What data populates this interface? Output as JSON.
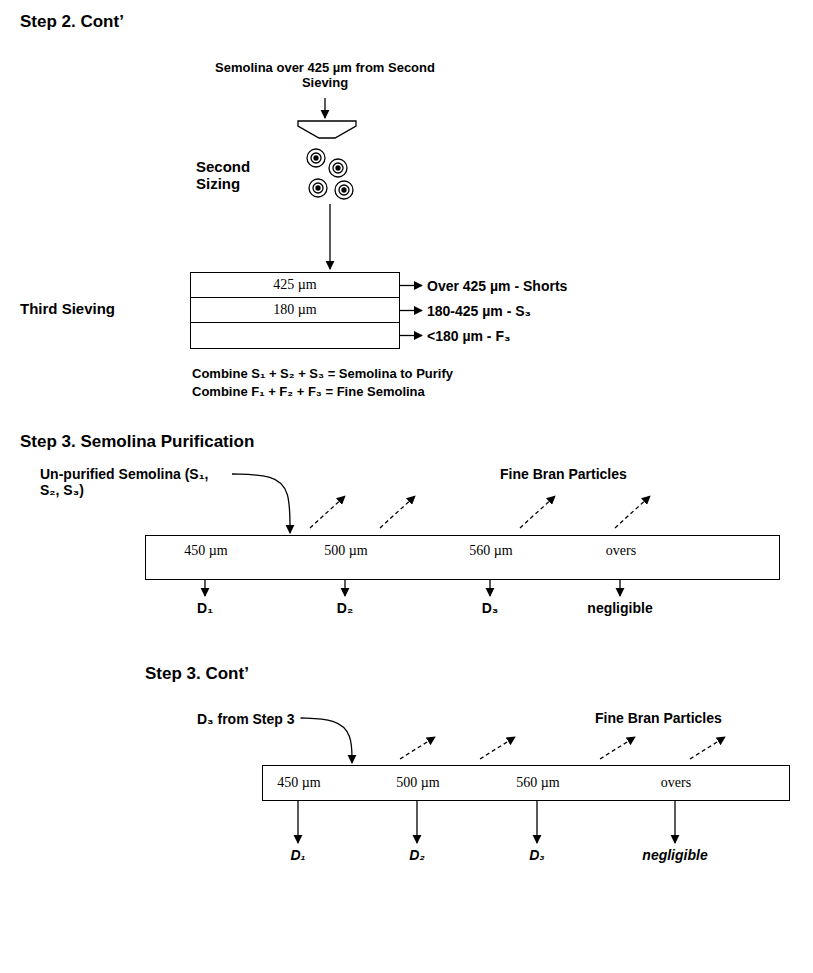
{
  "diagram": {
    "nodes": [
      {
        "text": [
          "425 µm",
          "180 µm"
        ]
      },
      {
        "text": [
          "Over 425 µm - Shorts"
        ]
      },
      {
        "text": [
          "180-425 µm - S₃"
        ]
      },
      {
        "text": [
          "<180 µm - F₃"
        ]
      },
      {
        "text": [
          "Un-purified Semolina (S₁, S₂, S₃)"
        ]
      },
      {
        "text": [
          "450 µm",
          "500 µm",
          "560 µm",
          "overs"
        ]
      },
      {
        "text": [
          "D₁"
        ]
      },
      {
        "text": [
          "D₂"
        ]
      },
      {
        "text": [
          "D₃"
        ]
      },
      {
        "text": [
          "negligible"
        ]
      },
      {
        "text": [
          "D₃ from Step 3"
        ]
      },
      {
        "text": [
          "450 µm",
          "500 µm",
          "560 µm",
          "overs"
        ]
      },
      {
        "text": [
          "D₁"
        ]
      },
      {
        "text": [
          "D₂"
        ]
      },
      {
        "text": [
          "D₃"
        ]
      },
      {
        "text": [
          "negligible"
        ]
      }
    ],
    "edges": [
      {
        "from": 0,
        "to": 1,
        "arrow": "to"
      },
      {
        "from": 0,
        "to": 2,
        "arrow": "to"
      },
      {
        "from": 0,
        "to": 3,
        "arrow": "to"
      },
      {
        "from": 4,
        "to": 5,
        "arrow": "to"
      },
      {
        "from": 5,
        "to": 6,
        "arrow": "to"
      },
      {
        "from": 5,
        "to": 7,
        "arrow": "to"
      },
      {
        "from": 5,
        "to": 8,
        "arrow": "to"
      },
      {
        "from": 5,
        "to": 9,
        "arrow": "to"
      },
      {
        "from": 10,
        "to": 11,
        "arrow": "to"
      },
      {
        "from": 11,
        "to": 12,
        "arrow": "to"
      },
      {
        "from": 11,
        "to": 13,
        "arrow": "to"
      },
      {
        "from": 11,
        "to": 14,
        "arrow": "to"
      },
      {
        "from": 11,
        "to": 15,
        "arrow": "to"
      }
    ],
    "labels": [
      "Step 2. Cont’",
      "Semolina over 425 µm from Second Sieving",
      "Second Sizing",
      "Third Sieving",
      "Combine S₁ + S₂ + S₃ = Semolina to Purify",
      "Combine F₁ + F₂ + F₃ = Fine Semolina",
      "Step 3. Semolina Purification",
      "Fine Bran Particles",
      "Step 3. Cont’",
      "Fine Bran Particles"
    ]
  }
}
